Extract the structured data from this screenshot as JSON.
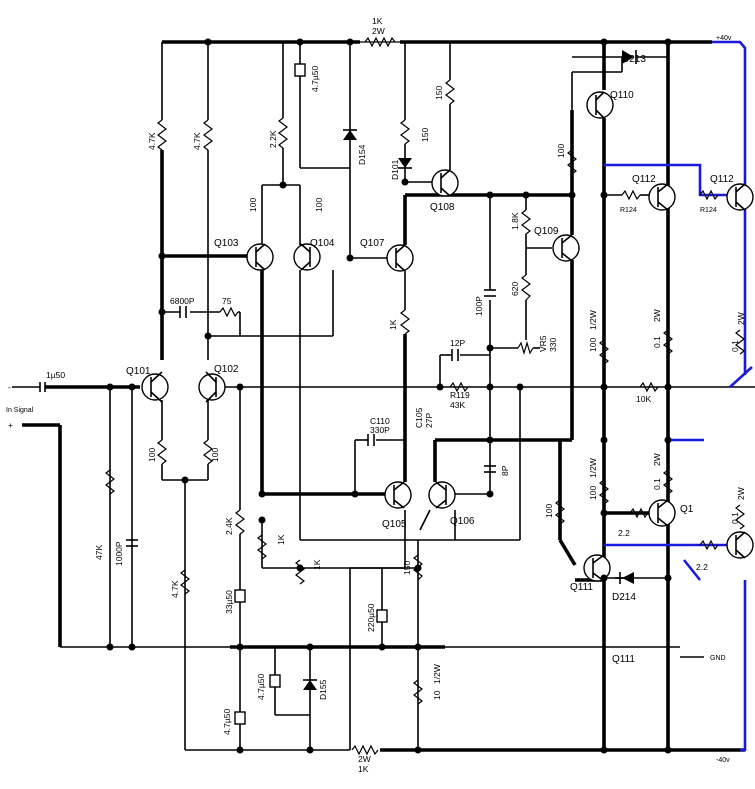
{
  "rails": {
    "plus": "+40v",
    "minus": "-40v",
    "gnd": "GND",
    "top_res_value": "1K",
    "top_res_power": "2W",
    "bot_res_value": "1K",
    "bot_res_power": "2W"
  },
  "input": {
    "label": "In Signal",
    "cap": "1µ50",
    "plus_mark": "+",
    "minus_mark": "-"
  },
  "transistors": {
    "q101": "Q101",
    "q102": "Q102",
    "q103": "Q103",
    "q104": "Q104",
    "q105": "Q105",
    "q106": "Q106",
    "q107": "Q107",
    "q108": "Q108",
    "q109": "Q109",
    "q110": "Q110",
    "q111": "Q111",
    "q112a": "Q112",
    "q112b": "Q112",
    "q1": "Q1",
    "q111_gnd": "Q111"
  },
  "diodes": {
    "d213": "D213",
    "d214": "D214",
    "d154": "D154",
    "d155": "D155",
    "d101": "D101"
  },
  "resistors": {
    "r4k7a": "4.7K",
    "r4k7b": "4.7K",
    "r2k2": "2.2K",
    "r100a": "100",
    "r100b": "100",
    "r100c": "100",
    "r100d": "100",
    "r75": "75",
    "r150a": "150",
    "r150b": "150",
    "r1k8": "1.8K",
    "r620": "620",
    "r1k": "1K",
    "r100e": "100",
    "r1_2w_a": "1/2W",
    "r124a": "R124",
    "r124b": "R124",
    "r01a": "0.1",
    "r2wa": "2W",
    "r01b": "0.1",
    "r2wb": "2W",
    "r10k": "10K",
    "r119": "R119",
    "r43k": "43K",
    "r100f": "100",
    "r1_2w_b": "1/2W",
    "r01c": "0.1",
    "r2wc": "2W",
    "r01d": "0.1",
    "r2wd": "2W",
    "r2_2a": "2.2",
    "r2_2b": "2.2",
    "r100g": "100",
    "r2k4": "2.4K",
    "r1ka": "1K",
    "r1kb": "1K",
    "r150c": "150",
    "r47k": "47K",
    "r4k7c": "4.7K",
    "r10": "10",
    "r1_2w_c": "1/2W",
    "vr5": "VR5",
    "vr5val": "330"
  },
  "capacitors": {
    "c6800": "6800P",
    "c100p": "100P",
    "c12p": "12P",
    "c105": "C105",
    "c27p": "27P",
    "c110": "C110",
    "c330p": "330P",
    "c8p": "8P",
    "c1000p": "1000P",
    "c33": "33µ50",
    "c220": "220µ50",
    "c47a": "4.7µ50",
    "c47b": "4.7µ50",
    "c47c": "4.7µ50"
  }
}
